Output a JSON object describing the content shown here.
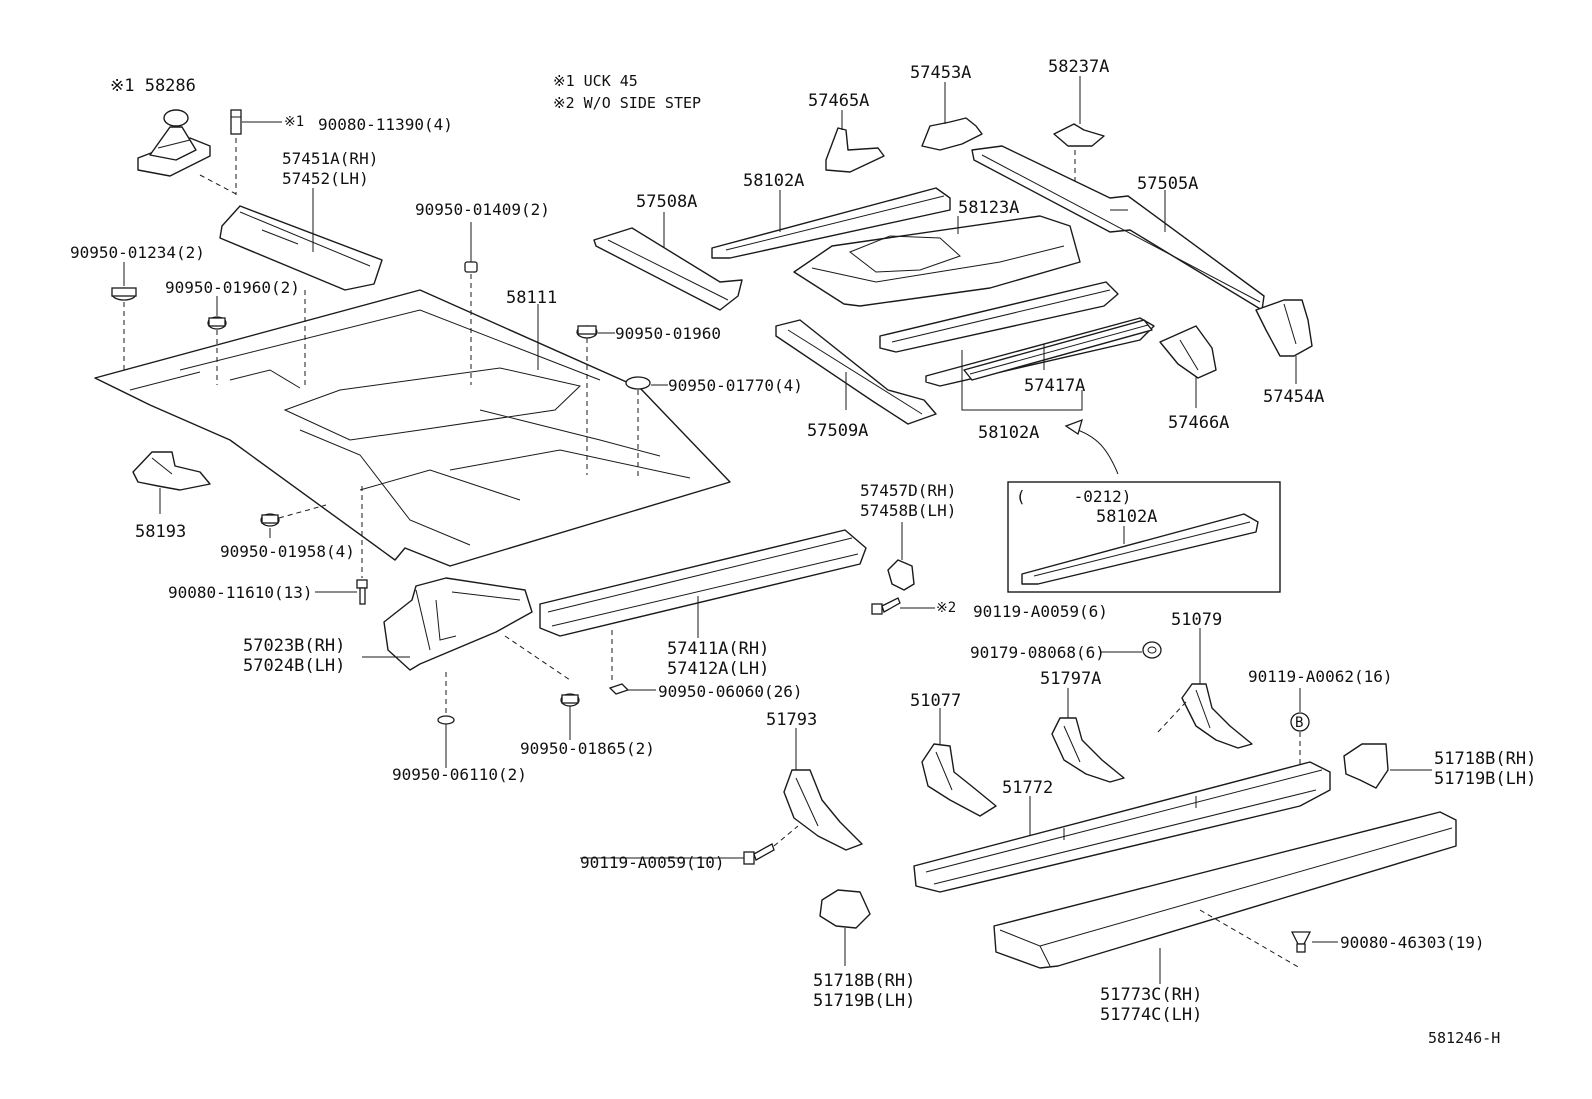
{
  "notes": {
    "note1": "※1 UCK 45",
    "note2": "※2 W/O SIDE STEP",
    "mark1": "※1",
    "mark2": "※2"
  },
  "labels": {
    "l58286": "※1 58286",
    "l90080_11390": "90080-11390(4)",
    "l57451A": "57451A(RH)",
    "l57452": "57452(LH)",
    "l90950_01409": "90950-01409(2)",
    "l90950_01234": "90950-01234(2)",
    "l90950_01960_2": "90950-01960(2)",
    "l58111": "58111",
    "l90950_01960": "90950-01960",
    "l90950_01770": "90950-01770(4)",
    "l58193": "58193",
    "l90950_01958": "90950-01958(4)",
    "l90080_11610": "90080-11610(13)",
    "l57023B": "57023B(RH)",
    "l57024B": "57024B(LH)",
    "l90950_06110": "90950-06110(2)",
    "l90950_01865": "90950-01865(2)",
    "l57411A": "57411A(RH)",
    "l57412A": "57412A(LH)",
    "l90950_06060": "90950-06060(26)",
    "l57457D": "57457D(RH)",
    "l57458B": "57458B(LH)",
    "l90119_A0059_6": "90119-A0059(6)",
    "l57465A": "57465A",
    "l57453A": "57453A",
    "l58237A": "58237A",
    "l58102A_top": "58102A",
    "l57508A": "57508A",
    "l58123A": "58123A",
    "l57505A": "57505A",
    "l57509A": "57509A",
    "l57417A": "57417A",
    "l58102A_bot": "58102A",
    "l57466A": "57466A",
    "l57454A": "57454A",
    "inset_range": "(　　　-0212)",
    "inset_part": "58102A",
    "l51079": "51079",
    "l90179_08068": "90179-08068(6)",
    "l51797A": "51797A",
    "l90119_A0062": "90119-A0062(16)",
    "l51077": "51077",
    "l51793": "51793",
    "l51718B_r": "51718B(RH)",
    "l51719B_r": "51719B(LH)",
    "l51772": "51772",
    "l90119_A0059_10": "90119-A0059(10)",
    "l51718B_b": "51718B(RH)",
    "l51719B_b": "51719B(LH)",
    "l90080_46303": "90080-46303(19)",
    "l51773C": "51773C(RH)",
    "l51774C": "51774C(LH)",
    "callout_b": "B",
    "drawing_no": "581246-H"
  }
}
